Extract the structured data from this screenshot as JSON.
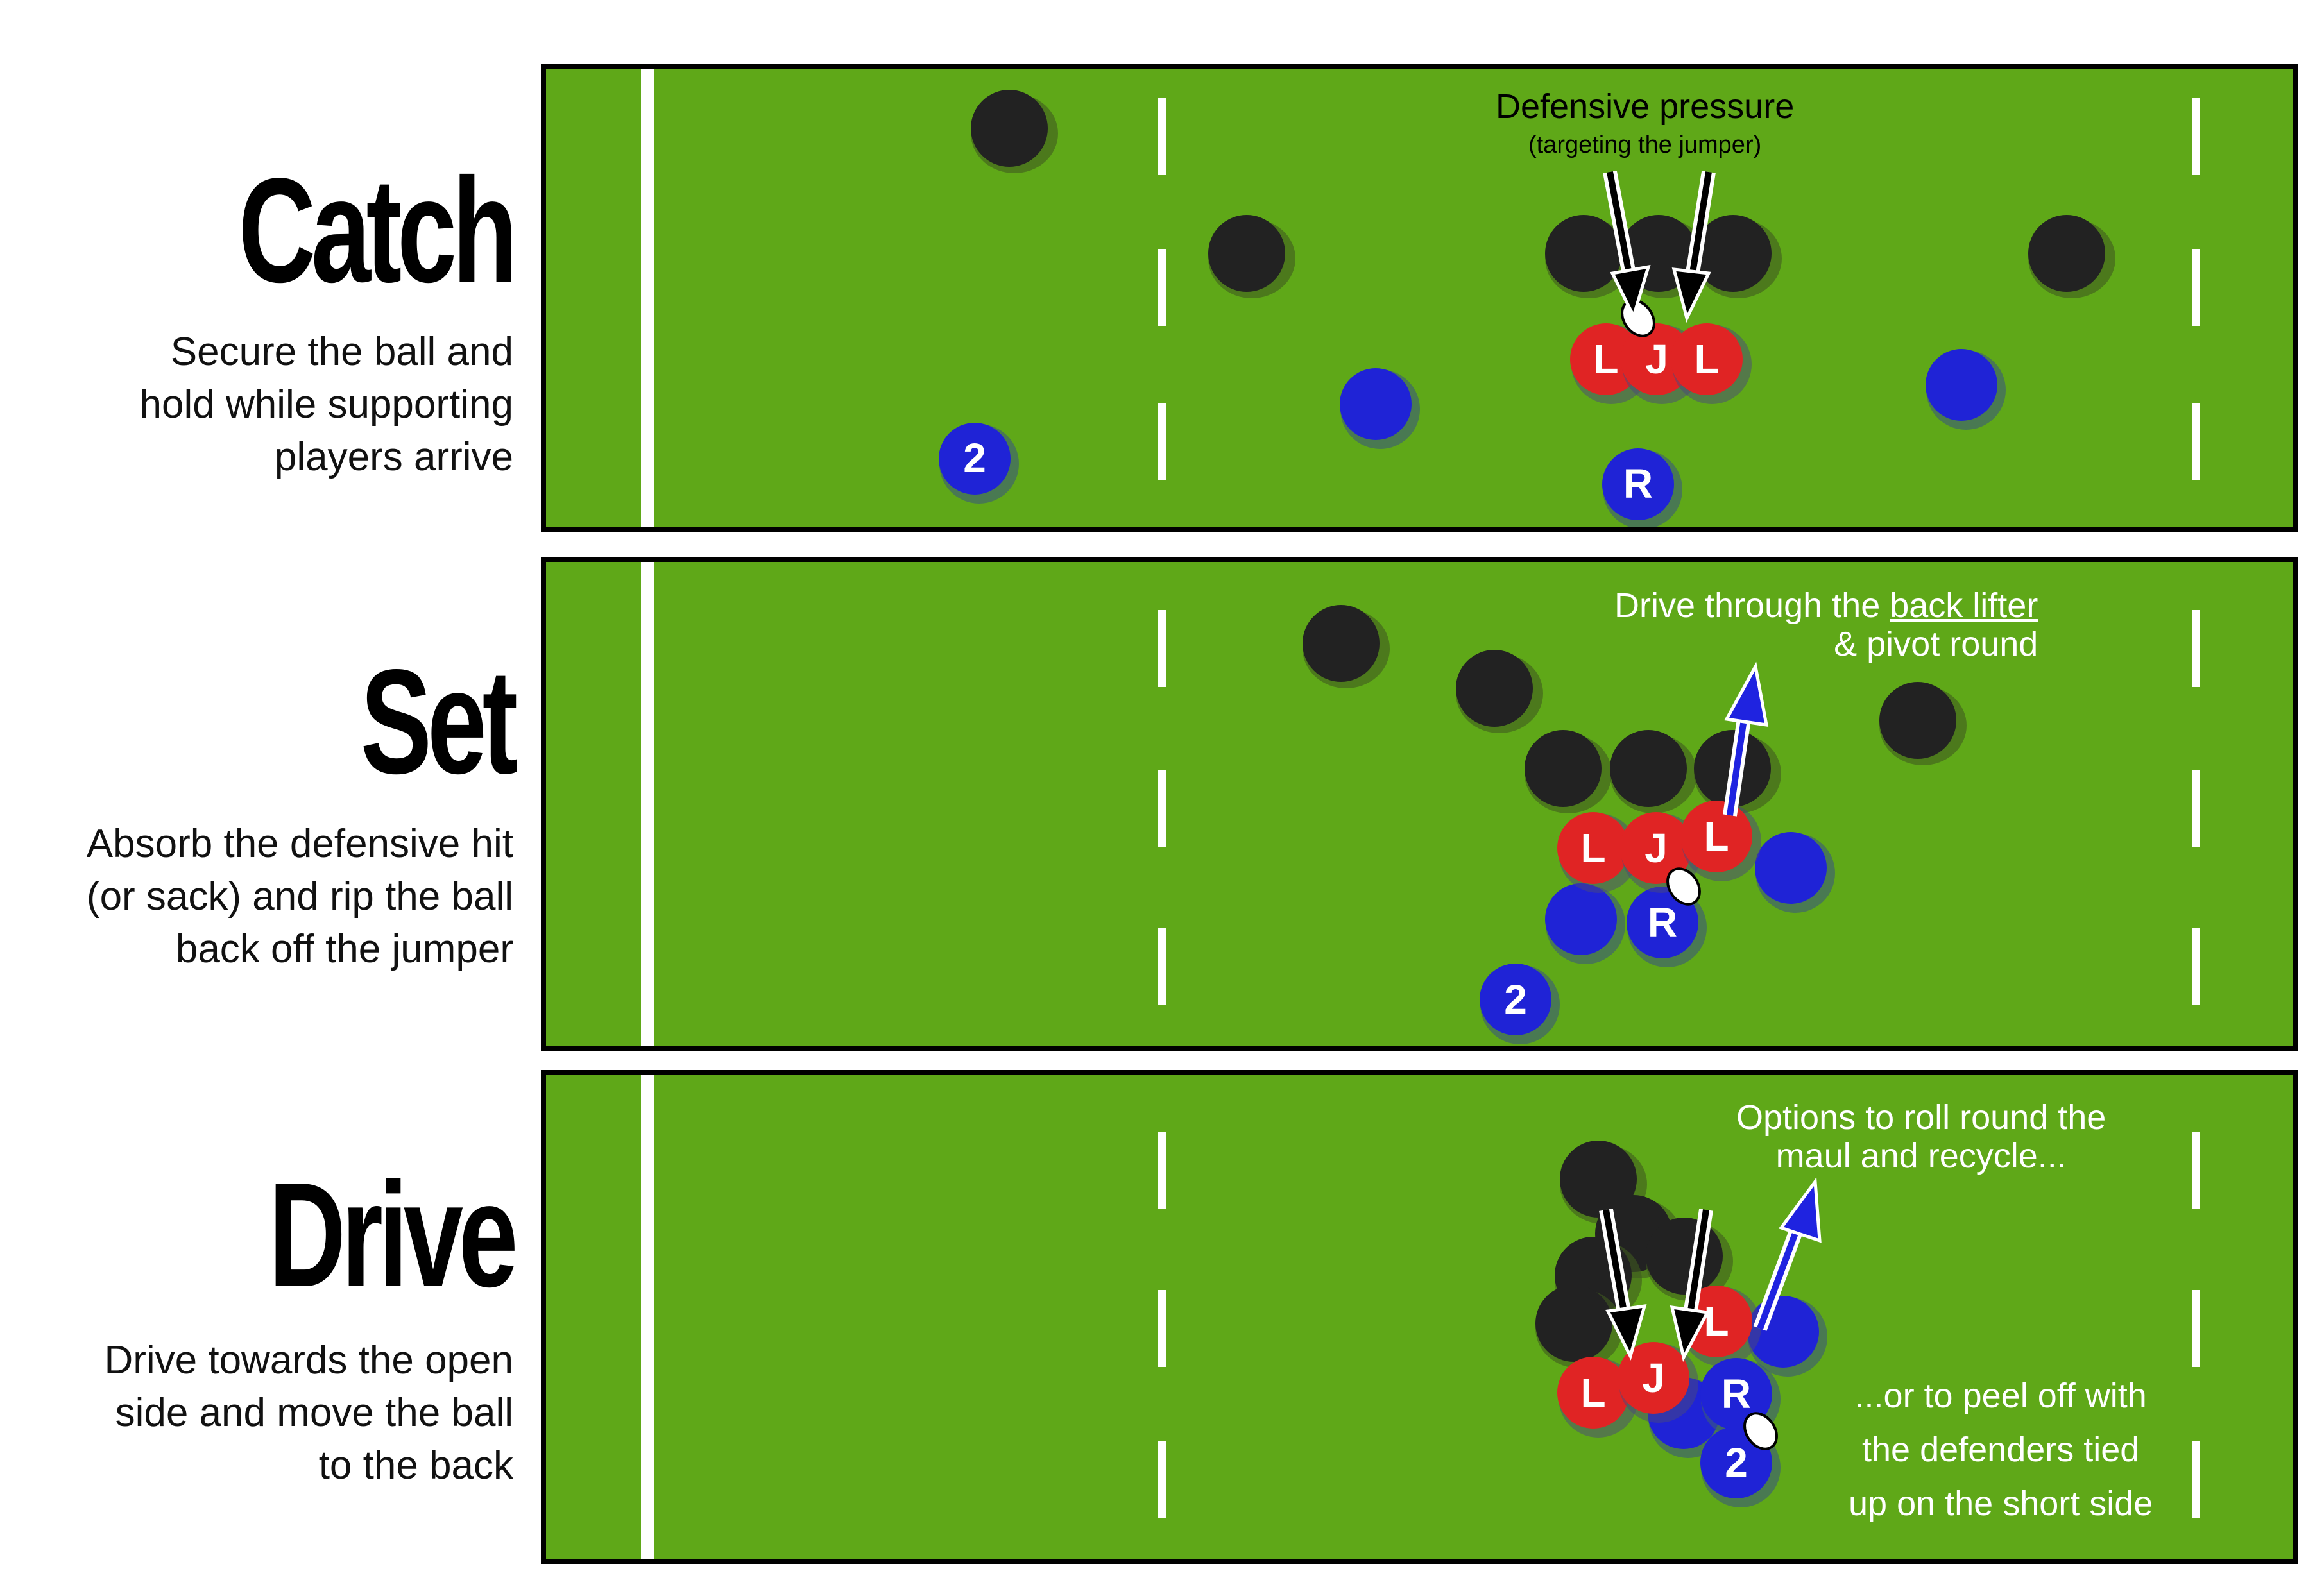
{
  "colors": {
    "pitch": "#5fa818",
    "defender": "#222222",
    "support": "#1f23d6",
    "lineout": "#e02424",
    "arrow_pressure": "#000000",
    "arrow_move": "#1f23e0"
  },
  "icons": [
    "rugby-ball-icon",
    "arrow-icon"
  ],
  "stages": [
    {
      "title": "Catch",
      "description": "Secure the ball and\nhold while supporting\nplayers arrive",
      "notes": [
        {
          "text": "Defensive pressure",
          "sub": "(targeting the jumper)"
        }
      ],
      "players": [
        {
          "team": "defender",
          "label": ""
        },
        {
          "team": "defender",
          "label": ""
        },
        {
          "team": "defender",
          "label": ""
        },
        {
          "team": "defender",
          "label": ""
        },
        {
          "team": "defender",
          "label": ""
        },
        {
          "team": "defender",
          "label": ""
        },
        {
          "team": "lineout",
          "label": "L"
        },
        {
          "team": "lineout",
          "label": "J"
        },
        {
          "team": "lineout",
          "label": "L"
        },
        {
          "team": "support",
          "label": "2"
        },
        {
          "team": "support",
          "label": ""
        },
        {
          "team": "support",
          "label": "R"
        },
        {
          "team": "support",
          "label": ""
        }
      ]
    },
    {
      "title": "Set",
      "description": "Absorb the defensive hit\n(or sack) and rip the ball\nback off the jumper",
      "notes": [
        {
          "pre": "Drive through the ",
          "underline": "back lifter",
          "line2": "& pivot round"
        }
      ],
      "players": [
        {
          "team": "defender",
          "label": ""
        },
        {
          "team": "defender",
          "label": ""
        },
        {
          "team": "defender",
          "label": ""
        },
        {
          "team": "defender",
          "label": ""
        },
        {
          "team": "defender",
          "label": ""
        },
        {
          "team": "defender",
          "label": ""
        },
        {
          "team": "lineout",
          "label": "L"
        },
        {
          "team": "lineout",
          "label": "J"
        },
        {
          "team": "lineout",
          "label": "L"
        },
        {
          "team": "support",
          "label": ""
        },
        {
          "team": "support",
          "label": "R"
        },
        {
          "team": "support",
          "label": ""
        },
        {
          "team": "support",
          "label": "2"
        }
      ]
    },
    {
      "title": "Drive",
      "description": "Drive towards the open\nside and move the ball\nto the back",
      "notes": [
        {
          "line1": "Options to roll round the",
          "line2": "maul and recycle..."
        },
        {
          "line1": "...or to peel off with",
          "line2": "the defenders tied",
          "line3": "up on the short side"
        }
      ],
      "players": [
        {
          "team": "defender",
          "label": ""
        },
        {
          "team": "defender",
          "label": ""
        },
        {
          "team": "defender",
          "label": ""
        },
        {
          "team": "defender",
          "label": ""
        },
        {
          "team": "defender",
          "label": ""
        },
        {
          "team": "support",
          "label": ""
        },
        {
          "team": "support",
          "label": ""
        },
        {
          "team": "lineout",
          "label": "L"
        },
        {
          "team": "lineout",
          "label": "J"
        },
        {
          "team": "lineout",
          "label": "L"
        },
        {
          "team": "support",
          "label": "R"
        },
        {
          "team": "support",
          "label": "2"
        }
      ]
    }
  ]
}
